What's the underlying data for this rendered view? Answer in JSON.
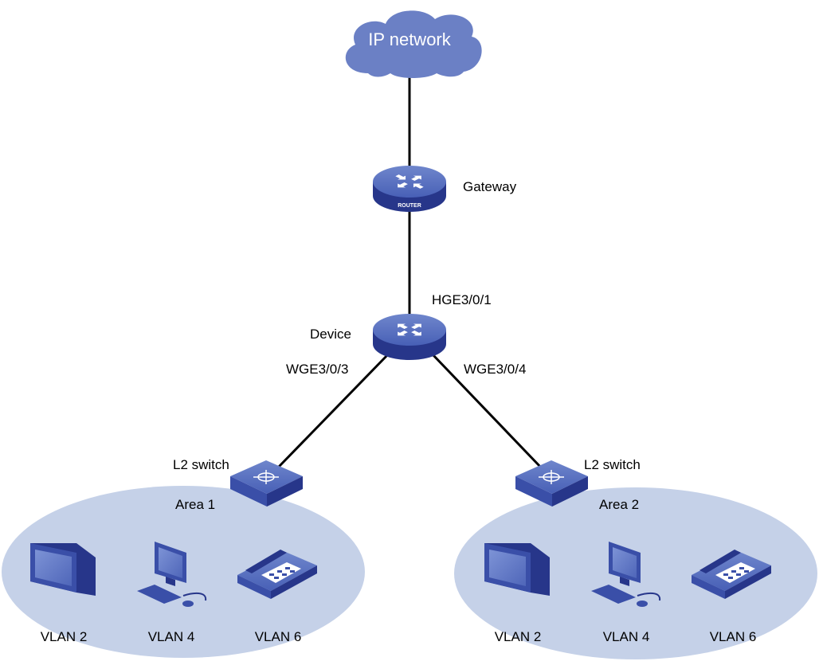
{
  "cloud": {
    "label": "IP network"
  },
  "gateway": {
    "label": "Gateway",
    "badge": "ROUTER"
  },
  "device": {
    "label": "Device",
    "uplink_port": "HGE3/0/1",
    "left_port": "WGE3/0/3",
    "right_port": "WGE3/0/4"
  },
  "areas": [
    {
      "switch_label": "L2 switch",
      "area_label": "Area 1",
      "hosts": [
        "VLAN 2",
        "VLAN 4",
        "VLAN 6"
      ]
    },
    {
      "switch_label": "L2 switch",
      "area_label": "Area 2",
      "hosts": [
        "VLAN 2",
        "VLAN 4",
        "VLAN 6"
      ]
    }
  ],
  "colors": {
    "area_fill": "#c5d1e8",
    "device_blue": "#3a4fa8",
    "device_dark": "#27368a",
    "link": "#000000"
  }
}
